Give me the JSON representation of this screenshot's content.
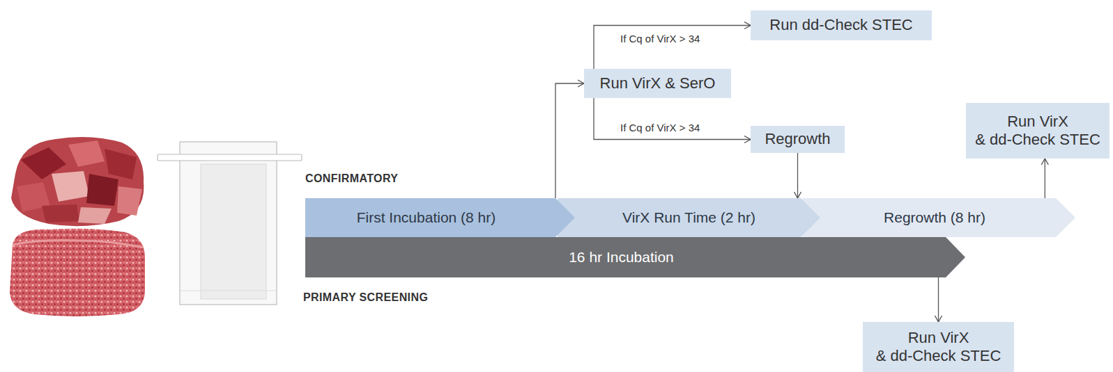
{
  "diagram": {
    "nodes": [
      {
        "text": [
          "Run dd-Check STEC"
        ]
      },
      {
        "text": [
          "Run VirX & SerO"
        ]
      },
      {
        "text": [
          "Regrowth"
        ]
      },
      {
        "text": [
          "Run VirX & dd-Check STEC"
        ]
      },
      {
        "text": [
          "First Incubation (8 hr)"
        ]
      },
      {
        "text": [
          "VirX Run Time (2 hr)"
        ]
      },
      {
        "text": [
          "Regrowth (8 hr)"
        ]
      },
      {
        "text": [
          "16 hr Incubation"
        ]
      },
      {
        "text": [
          "Run VirX & dd-Check STEC"
        ]
      }
    ],
    "edges": [
      {
        "from": 4,
        "to": 1,
        "arrow": "to"
      },
      {
        "from": 1,
        "to": 0,
        "label": "If Cq of VirX > 34",
        "arrow": "to"
      },
      {
        "from": 1,
        "to": 2,
        "label": "If Cq of VirX > 34",
        "arrow": "to"
      },
      {
        "from": 2,
        "to": 6,
        "arrow": "to"
      },
      {
        "from": 6,
        "to": 3,
        "arrow": "to"
      },
      {
        "from": 7,
        "to": 8,
        "arrow": "to"
      }
    ],
    "labels": [
      "CONFIRMATORY",
      "PRIMARY SCREENING"
    ]
  }
}
